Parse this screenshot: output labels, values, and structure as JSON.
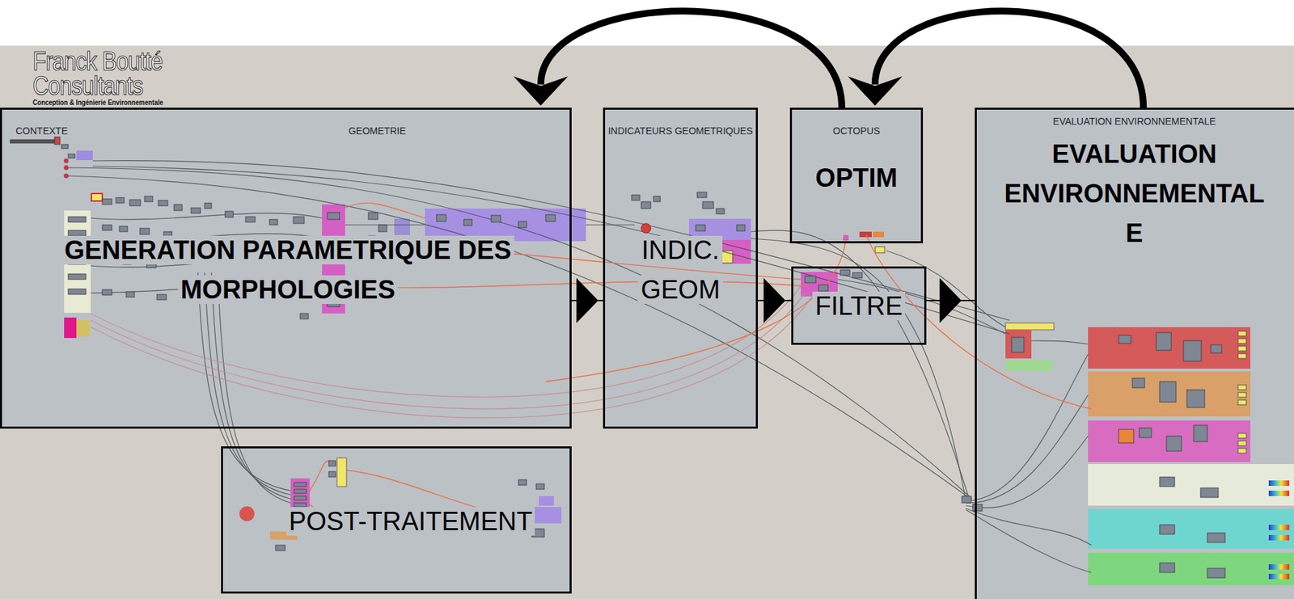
{
  "diagram": {
    "nodes": [
      {
        "text": [
          "CONTEXTE",
          "GEOMETRIE",
          "GENERATION PARAMETRIQUE DES MORPHOLOGIES"
        ]
      },
      {
        "text": [
          "INDICATEURS GEOMETRIQUES",
          "INDIC. GEOM"
        ]
      },
      {
        "text": [
          "OCTOPUS",
          "OPTIM"
        ]
      },
      {
        "text": [
          "FILTRE"
        ]
      },
      {
        "text": [
          "EVALUATION ENVIRONNEMENTALE",
          "EVALUATION ENVIRONNEMENTAL E"
        ]
      },
      {
        "text": [
          "POST-TRAITEMENT"
        ]
      }
    ],
    "edges": [
      {
        "from": 0,
        "to": 1,
        "arrow": "to"
      },
      {
        "from": 1,
        "to": 3,
        "arrow": "to"
      },
      {
        "from": 3,
        "to": 4,
        "arrow": "to"
      },
      {
        "from": 2,
        "to": 0,
        "arrow": "to"
      },
      {
        "from": 4,
        "to": 2,
        "arrow": "to"
      }
    ],
    "labels": [
      "Franck Boutté",
      "Consultants",
      "Conception & Ingénierie Environnementale"
    ]
  }
}
